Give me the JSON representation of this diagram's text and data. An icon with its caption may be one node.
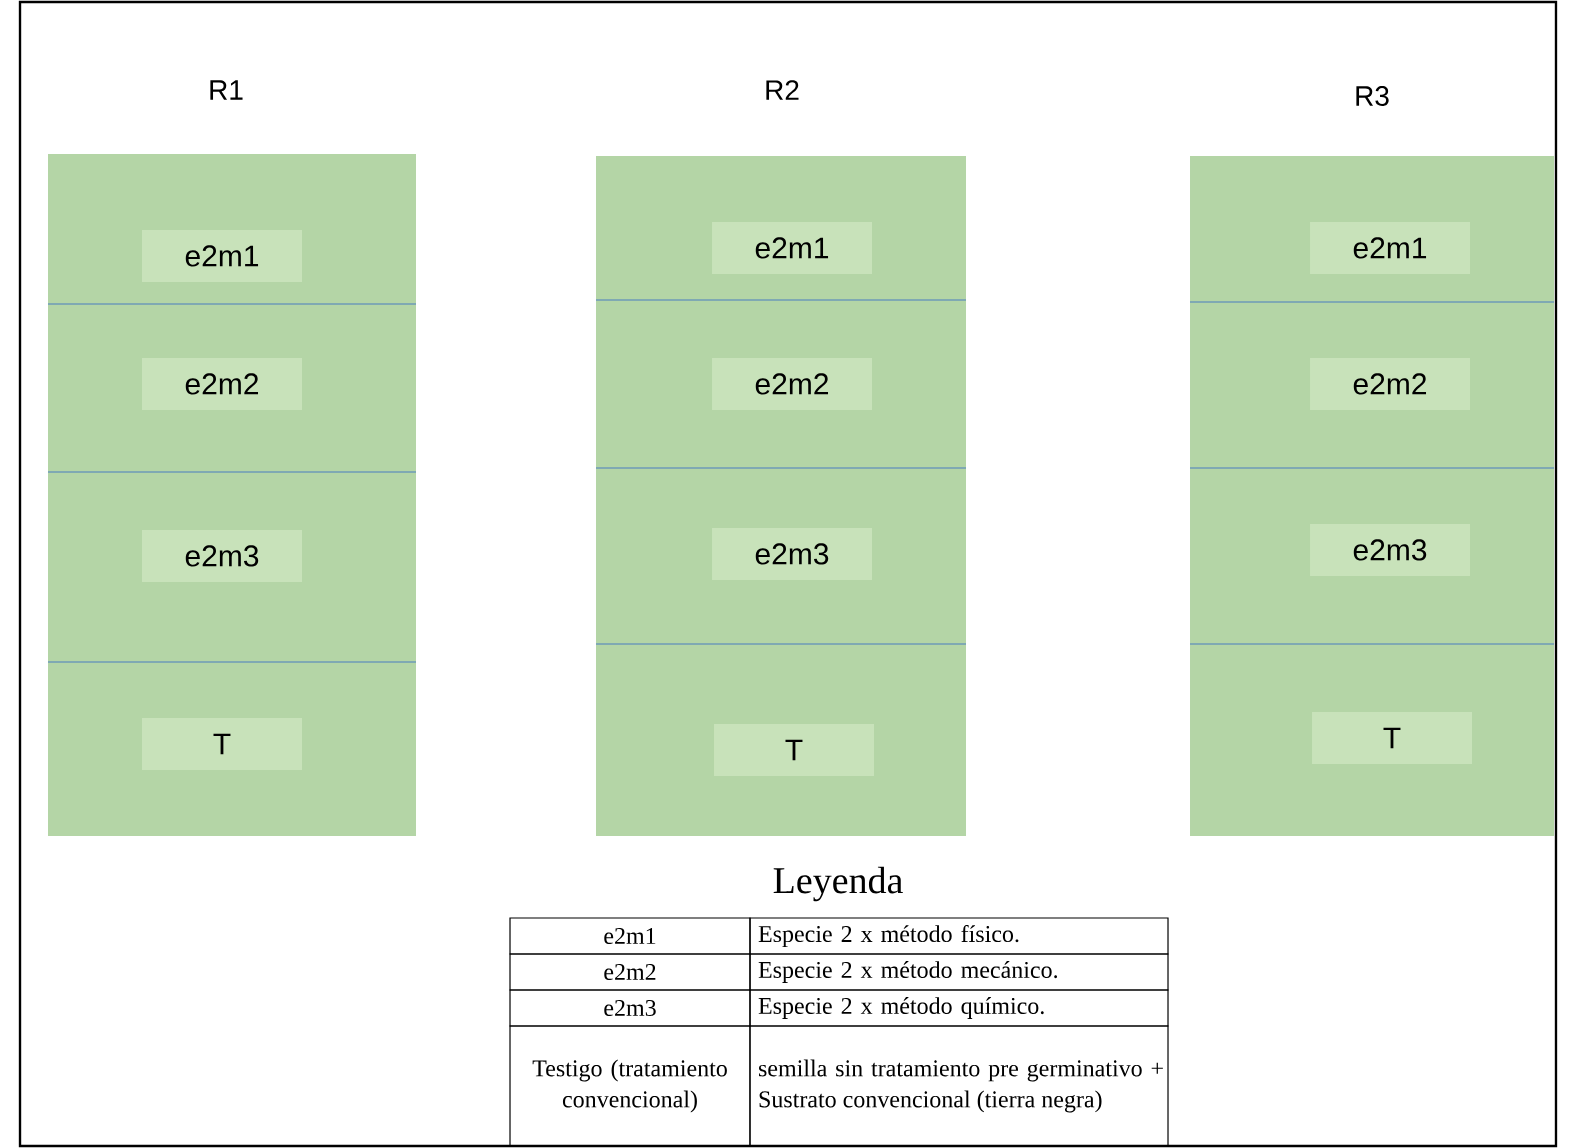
{
  "diagram": {
    "nodes": [
      {
        "text": [
          "R1"
        ]
      },
      {
        "text": [
          "e2m1"
        ],
        "in": 0
      },
      {
        "text": [
          "e2m2"
        ],
        "in": 0
      },
      {
        "text": [
          "e2m3"
        ],
        "in": 0
      },
      {
        "text": [
          "T"
        ],
        "in": 0
      },
      {
        "text": [
          "R2"
        ]
      },
      {
        "text": [
          "e2m1"
        ],
        "in": 5
      },
      {
        "text": [
          "e2m2"
        ],
        "in": 5
      },
      {
        "text": [
          "e2m3"
        ],
        "in": 5
      },
      {
        "text": [
          "T"
        ],
        "in": 5
      },
      {
        "text": [
          "R3"
        ]
      },
      {
        "text": [
          "e2m1"
        ],
        "in": 10
      },
      {
        "text": [
          "e2m2"
        ],
        "in": 10
      },
      {
        "text": [
          "e2m3"
        ],
        "in": 10
      },
      {
        "text": [
          "T"
        ],
        "in": 10
      }
    ],
    "labels": [
      "Leyenda",
      "e2m1",
      "Especie 2 x método físico.",
      "e2m2",
      "Especie 2 x método mecánico.",
      "e2m3",
      "Especie 2 x método químico.",
      "Testigo (tratamiento convencional)",
      "semilla sin tratamiento pre germinativo + Sustrato convencional (tierra negra)"
    ]
  }
}
